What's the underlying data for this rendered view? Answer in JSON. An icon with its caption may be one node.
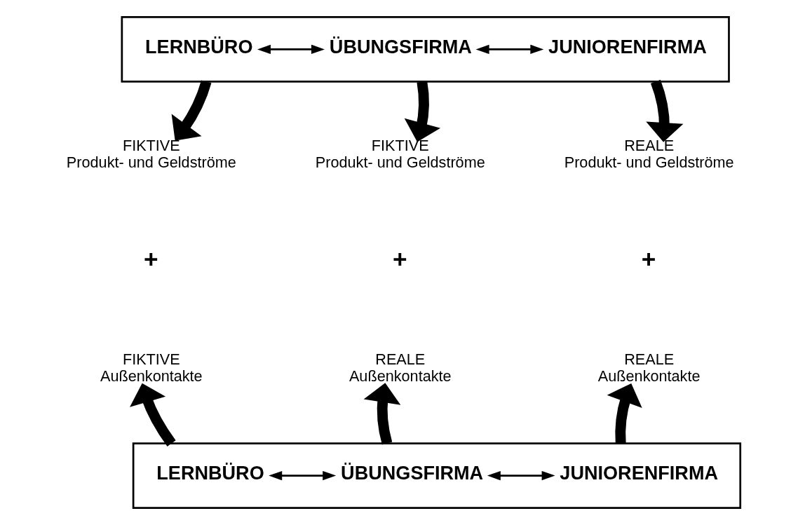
{
  "diagram": {
    "nodes": [
      {
        "text": [],
        "shape": "box"
      },
      {
        "text": [
          "LERNBÜRO"
        ],
        "in": 0
      },
      {
        "text": [
          "ÜBUNGSFIRMA"
        ],
        "in": 0
      },
      {
        "text": [
          "JUNIORENFIRMA"
        ],
        "in": 0
      },
      {
        "text": [
          "FIKTIVE",
          "Produkt- und Geldströme"
        ]
      },
      {
        "text": [
          "FIKTIVE",
          "Produkt- und Geldströme"
        ]
      },
      {
        "text": [
          "REALE",
          "Produkt- und Geldströme"
        ]
      },
      {
        "text": [
          "FIKTIVE",
          "Außenkontakte"
        ]
      },
      {
        "text": [
          "REALE",
          "Außenkontakte"
        ]
      },
      {
        "text": [
          "REALE",
          "Außenkontakte"
        ]
      },
      {
        "text": [],
        "shape": "box"
      },
      {
        "text": [
          "LERNBÜRO"
        ],
        "in": 10
      },
      {
        "text": [
          "ÜBUNGSFIRMA"
        ],
        "in": 10
      },
      {
        "text": [
          "JUNIORENFIRMA"
        ],
        "in": 10
      }
    ],
    "edges": [
      {
        "from": 1,
        "to": 2,
        "arrow": "both"
      },
      {
        "from": 2,
        "to": 3,
        "arrow": "both"
      },
      {
        "from": 0,
        "to": 4,
        "arrow": "to"
      },
      {
        "from": 0,
        "to": 5,
        "arrow": "to"
      },
      {
        "from": 0,
        "to": 6,
        "arrow": "to"
      },
      {
        "from": 10,
        "to": 7,
        "arrow": "to"
      },
      {
        "from": 10,
        "to": 8,
        "arrow": "to"
      },
      {
        "from": 10,
        "to": 9,
        "arrow": "to"
      },
      {
        "from": 11,
        "to": 12,
        "arrow": "both"
      },
      {
        "from": 12,
        "to": 13,
        "arrow": "both"
      }
    ],
    "labels": [
      "+",
      "+",
      "+"
    ]
  }
}
